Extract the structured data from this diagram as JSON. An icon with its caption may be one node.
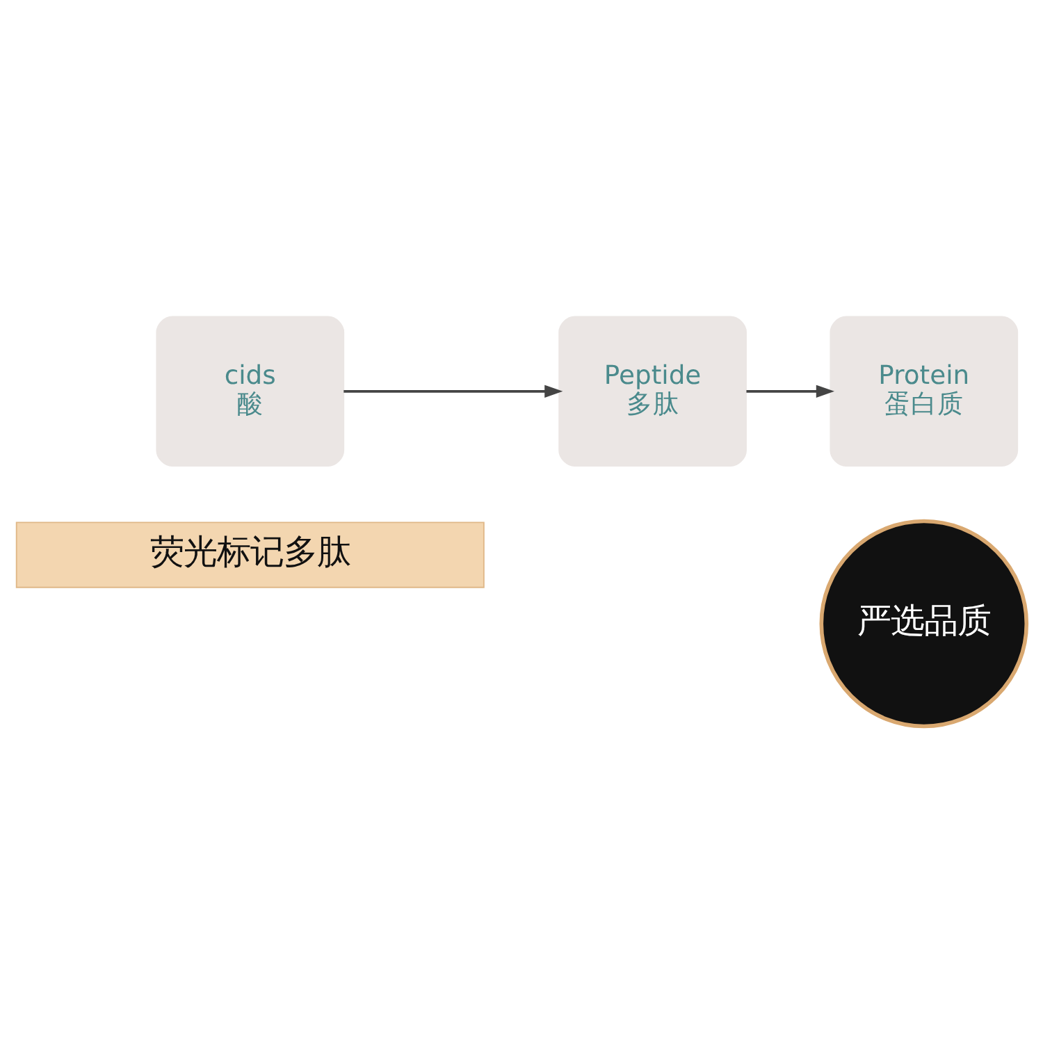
{
  "diagram": {
    "nodes": [
      {
        "text": [
          "cids",
          "酸"
        ]
      },
      {
        "text": [
          "Peptide",
          "多肽"
        ]
      },
      {
        "text": [
          "Protein",
          "蛋白质"
        ]
      },
      {
        "text": [
          "荧光标记多肽"
        ]
      },
      {
        "text": [
          "严选品质"
        ]
      }
    ],
    "edges": [
      {
        "from": 0,
        "to": 1,
        "arrow": "to"
      },
      {
        "from": 1,
        "to": 2,
        "arrow": "to"
      }
    ]
  }
}
